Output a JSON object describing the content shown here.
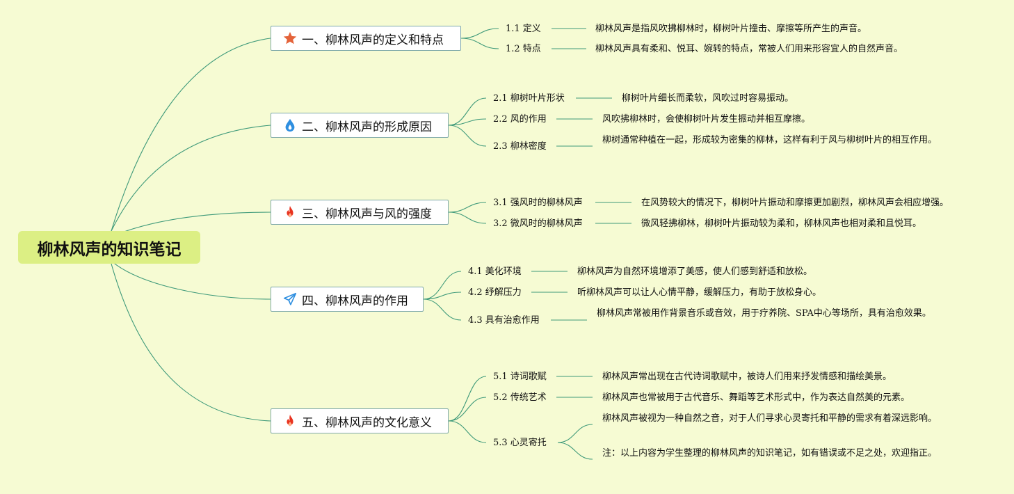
{
  "root": {
    "title": "柳林风声的知识笔记"
  },
  "branches": [
    {
      "label": "一、柳林风声的定义和特点",
      "icon": "star-icon",
      "items": [
        {
          "label": "1.1 定义",
          "notes": [
            "柳林风声是指风吹拂柳林时，柳树叶片撞击、摩擦等所产生的声音。"
          ]
        },
        {
          "label": "1.2 特点",
          "notes": [
            "柳林风声具有柔和、悦耳、婉转的特点，常被人们用来形容宜人的自然声音。"
          ]
        }
      ]
    },
    {
      "label": "二、柳林风声的形成原因",
      "icon": "water-drop-icon",
      "items": [
        {
          "label": "2.1 柳树叶片形状",
          "notes": [
            "柳树叶片细长而柔软，风吹过时容易振动。"
          ]
        },
        {
          "label": "2.2 风的作用",
          "notes": [
            "风吹拂柳林时，会使柳树叶片发生振动并相互摩擦。"
          ]
        },
        {
          "label": "2.3 柳林密度",
          "notes": [
            "柳树通常种植在一起，形成较为密集的柳林，这样有利于风与柳树叶片的相互作用。"
          ]
        }
      ]
    },
    {
      "label": "三、柳林风声与风的强度",
      "icon": "fire-icon",
      "items": [
        {
          "label": "3.1 强风时的柳林风声",
          "notes": [
            "在风势较大的情况下，柳树叶片振动和摩擦更加剧烈，柳林风声会相应增强。"
          ]
        },
        {
          "label": "3.2 微风时的柳林风声",
          "notes": [
            "微风轻拂柳林，柳树叶片振动较为柔和，柳林风声也相对柔和且悦耳。"
          ]
        }
      ]
    },
    {
      "label": "四、柳林风声的作用",
      "icon": "paper-plane-icon",
      "items": [
        {
          "label": "4.1 美化环境",
          "notes": [
            "柳林风声为自然环境增添了美感，使人们感到舒适和放松。"
          ]
        },
        {
          "label": "4.2 纾解压力",
          "notes": [
            "听柳林风声可以让人心情平静，缓解压力，有助于放松身心。"
          ]
        },
        {
          "label": "4.3 具有治愈作用",
          "notes": [
            "柳林风声常被用作背景音乐或音效，用于疗养院、SPA中心等场所，具有治愈效果。"
          ]
        }
      ]
    },
    {
      "label": "五、柳林风声的文化意义",
      "icon": "fire-icon",
      "items": [
        {
          "label": "5.1 诗词歌赋",
          "notes": [
            "柳林风声常出现在古代诗词歌赋中，被诗人们用来抒发情感和描绘美景。"
          ]
        },
        {
          "label": "5.2 传统艺术",
          "notes": [
            "柳林风声也常被用于古代音乐、舞蹈等艺术形式中，作为表达自然美的元素。"
          ]
        },
        {
          "label": "5.3 心灵寄托",
          "notes": [
            "柳林风声被视为一种自然之音，对于人们寻求心灵寄托和平静的需求有着深远影响。",
            "注：以上内容为学生整理的柳林风声的知识笔记，如有错误或不足之处，欢迎指正。"
          ]
        }
      ]
    }
  ],
  "colors": {
    "background": "#f6fbd3",
    "root_fill": "#dcef84",
    "line": "#3f9a7a",
    "node_border": "#7da8a9",
    "star": "#e4633a",
    "water": "#2f8fe0",
    "fire": "#e8331f",
    "plane": "#2f8fe0"
  }
}
